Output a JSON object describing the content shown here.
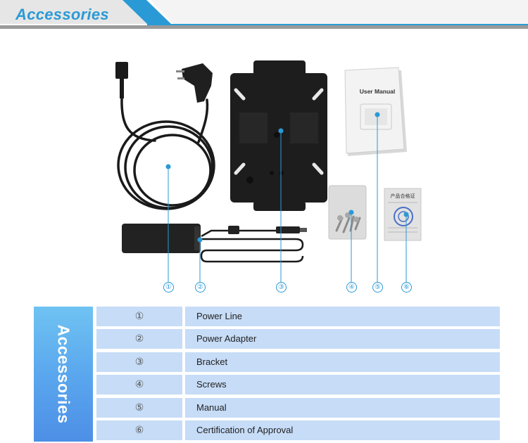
{
  "header": {
    "title": "Accessories"
  },
  "photo": {
    "manual_cover_title": "User Manual",
    "certificate_title": "产品合格证",
    "callouts": [
      "①",
      "②",
      "③",
      "④",
      "⑤",
      "⑥"
    ]
  },
  "table": {
    "side_label": "Accessories",
    "rows": [
      {
        "num": "①",
        "name": "Power Line"
      },
      {
        "num": "②",
        "name": "Power Adapter"
      },
      {
        "num": "③",
        "name": "Bracket"
      },
      {
        "num": "④",
        "name": "Screws"
      },
      {
        "num": "⑤",
        "name": "Manual"
      },
      {
        "num": "⑥",
        "name": "Certification of Approval"
      }
    ]
  },
  "colors": {
    "accent": "#2a9ad6",
    "row_bg": "#c6dcf7",
    "panel_top": "#6fc3f2",
    "panel_bottom": "#4d8fe6"
  }
}
